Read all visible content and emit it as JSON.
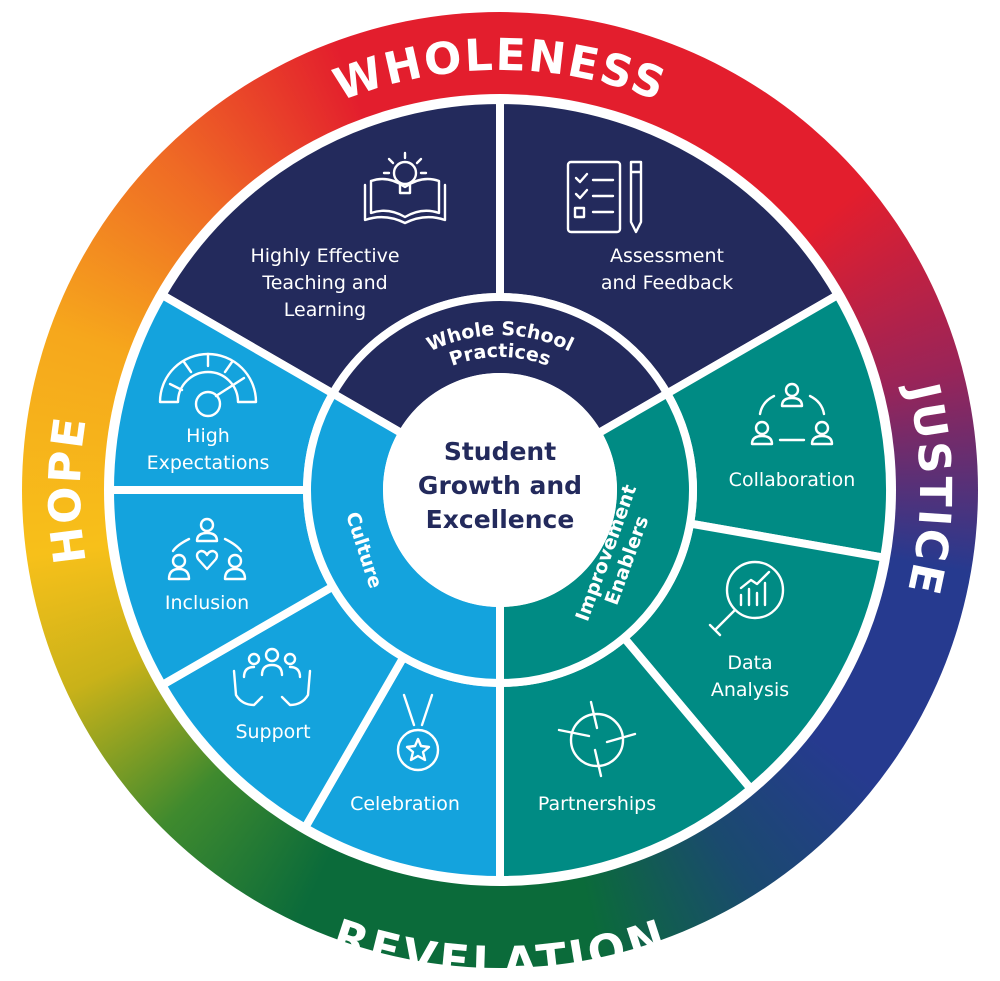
{
  "center": {
    "lines": [
      "Student",
      "Growth and",
      "Excellence"
    ]
  },
  "values": {
    "top": "WHOLENESS",
    "right": "JUSTICE",
    "bottom": "REVELATION",
    "left": "HOPE"
  },
  "pillars": {
    "whole_school": {
      "label": "Whole School Practices",
      "lines": [
        "Whole School",
        "Practices"
      ],
      "color": "#232a5c"
    },
    "improvement": {
      "label": "Improvement Enablers",
      "lines": [
        "Improvement",
        "Enablers"
      ],
      "color": "#008b84"
    },
    "culture": {
      "label": "Culture",
      "color": "#14a3dd"
    }
  },
  "segments": {
    "teaching": {
      "lines": [
        "Highly Effective",
        "Teaching and",
        "Learning"
      ],
      "icon": "book-lightbulb-icon"
    },
    "assessment": {
      "lines": [
        "Assessment",
        "and Feedback"
      ],
      "icon": "checklist-pen-icon"
    },
    "collaboration": {
      "lines": [
        "Collaboration"
      ],
      "icon": "people-cycle-icon"
    },
    "data": {
      "lines": [
        "Data",
        "Analysis"
      ],
      "icon": "magnifier-chart-icon"
    },
    "partnerships": {
      "lines": [
        "Partnerships"
      ],
      "icon": "hands-together-icon"
    },
    "celebration": {
      "lines": [
        "Celebration"
      ],
      "icon": "medal-icon"
    },
    "support": {
      "lines": [
        "Support"
      ],
      "icon": "hands-people-icon"
    },
    "inclusion": {
      "lines": [
        "Inclusion"
      ],
      "icon": "people-heart-icon"
    },
    "expectations": {
      "lines": [
        "High",
        "Expectations"
      ],
      "icon": "gauge-icon"
    }
  }
}
